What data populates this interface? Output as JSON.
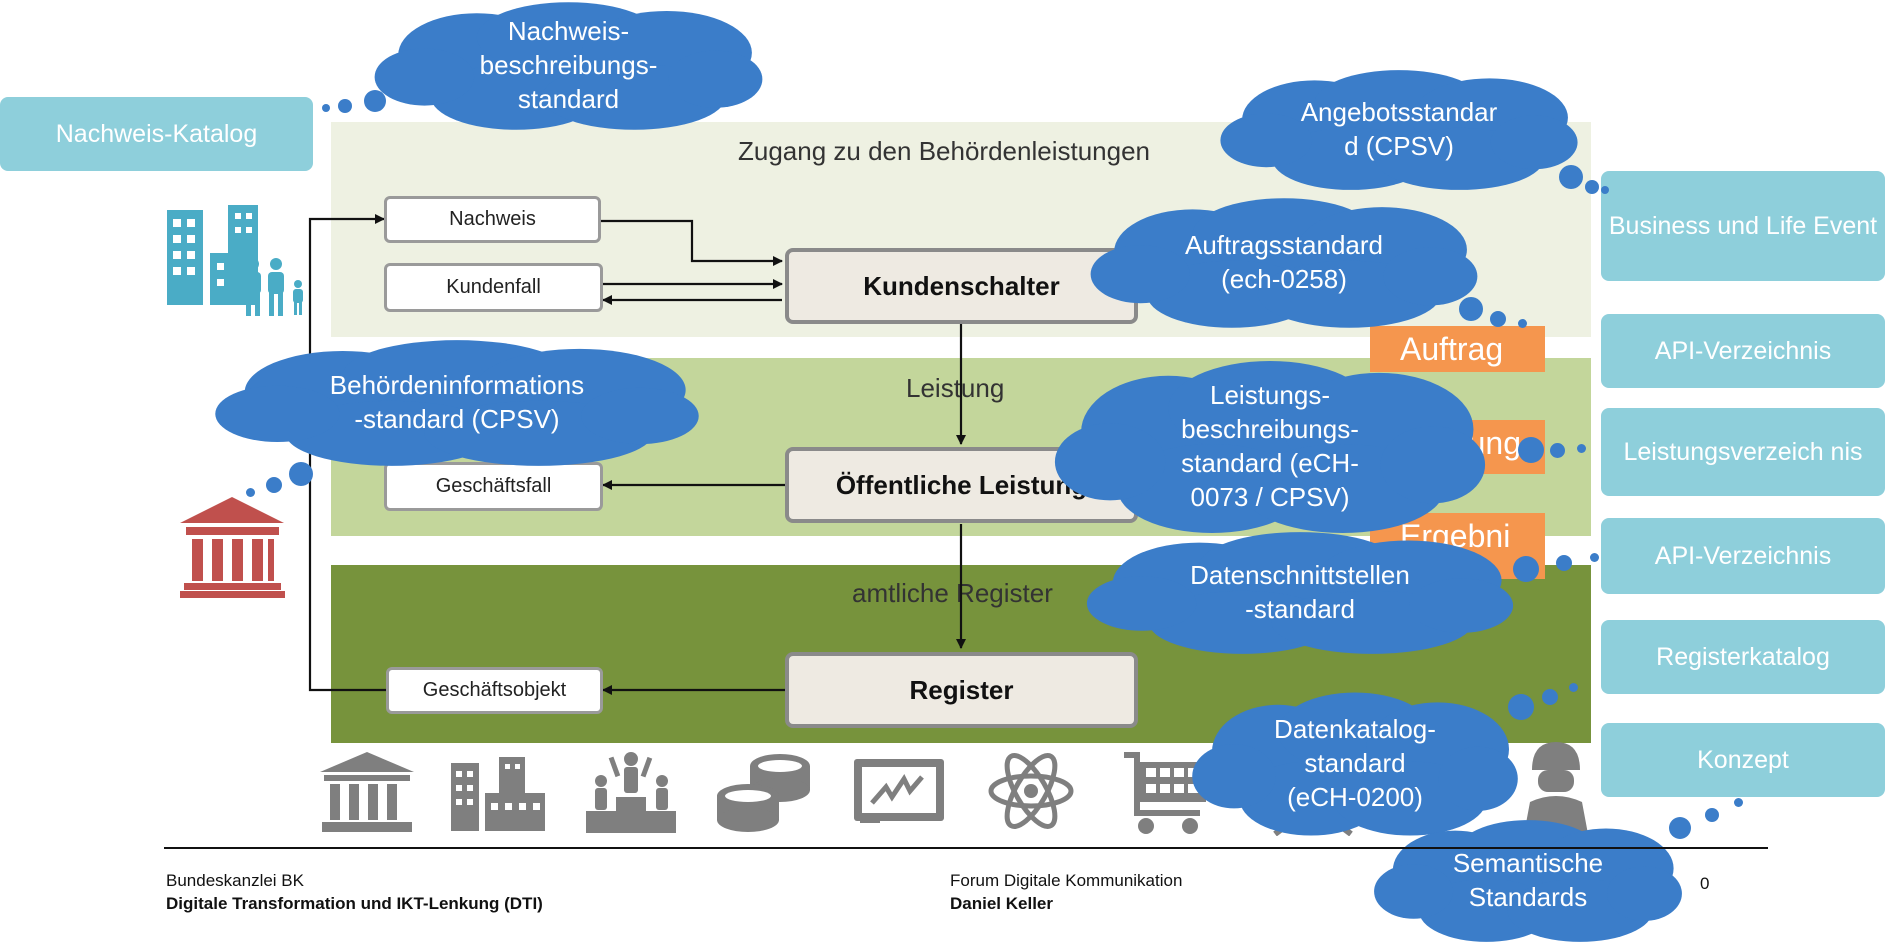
{
  "bands": {
    "access_label": "Zugang zu den Behördenleistungen",
    "service_label": "Leistung",
    "register_label": "amtliche Register"
  },
  "small_boxes": {
    "nachweis": "Nachweis",
    "kundenfall": "Kundenfall",
    "geschaeftsfall": "Geschäftsfall",
    "geschaeftsobjekt": "Geschäftsobjekt"
  },
  "process_boxes": {
    "kundenschalter": "Kundenschalter",
    "oeffentliche_leistung": "Öffentliche Leistung",
    "register": "Register"
  },
  "teal_boxes": {
    "nachweis_katalog": "Nachweis-Katalog",
    "business_life_event": "Business und Life Event",
    "api_verzeichnis_1": "API-Verzeichnis",
    "leistungsverzeichnis": "Leistungsverzeich nis",
    "api_verzeichnis_2": "API-Verzeichnis",
    "registerkatalog": "Registerkatalog",
    "konzept": "Konzept"
  },
  "orange_boxes": {
    "auftrag": "Auftrag",
    "leistung": "Leistung",
    "ergebnis": "Ergebni"
  },
  "clouds": {
    "nachweisbeschreibung": "Nachweis-\nbeschreibungs-\nstandard",
    "angebotsstandard": "Angebotsstandar\nd (CPSV)",
    "auftragsstandard": "Auftragsstandard\n(ech-0258)",
    "behoerdeninformation": "Behördeninformations\n-standard (CPSV)",
    "leistungsbeschreibung": "Leistungs-\nbeschreibungs-\nstandard (eCH-\n0073 / CPSV)",
    "datenschnittstellen": "Datenschnittstellen\n-standard",
    "datenkatalog": "Datenkatalog-\nstandard\n(eCH-0200)",
    "semantische": "Semantische\nStandards"
  },
  "footer": {
    "org": "Bundeskanzlei BK",
    "division": "Digitale Transformation und IKT-Lenkung (DTI)",
    "event": "Forum Digitale Kommunikation",
    "speaker": "Daniel Keller",
    "page": "0"
  },
  "colors": {
    "band_access": "#eef1e2",
    "band_service": "#c3d69b",
    "band_register": "#77933c",
    "teal": "#8ecfdb",
    "orange": "#f5964e",
    "cloud_blue": "#3b7dc9",
    "icon_gray": "#7f7f7f",
    "icon_red": "#c0504d",
    "icon_teal": "#4aacc6"
  },
  "icons": [
    "building-icon",
    "office-buildings-icon",
    "people-podium-icon",
    "coins-icon",
    "blackboard-icon",
    "atom-icon",
    "shopping-cart-icon",
    "tools-icon",
    "soldier-icon"
  ]
}
